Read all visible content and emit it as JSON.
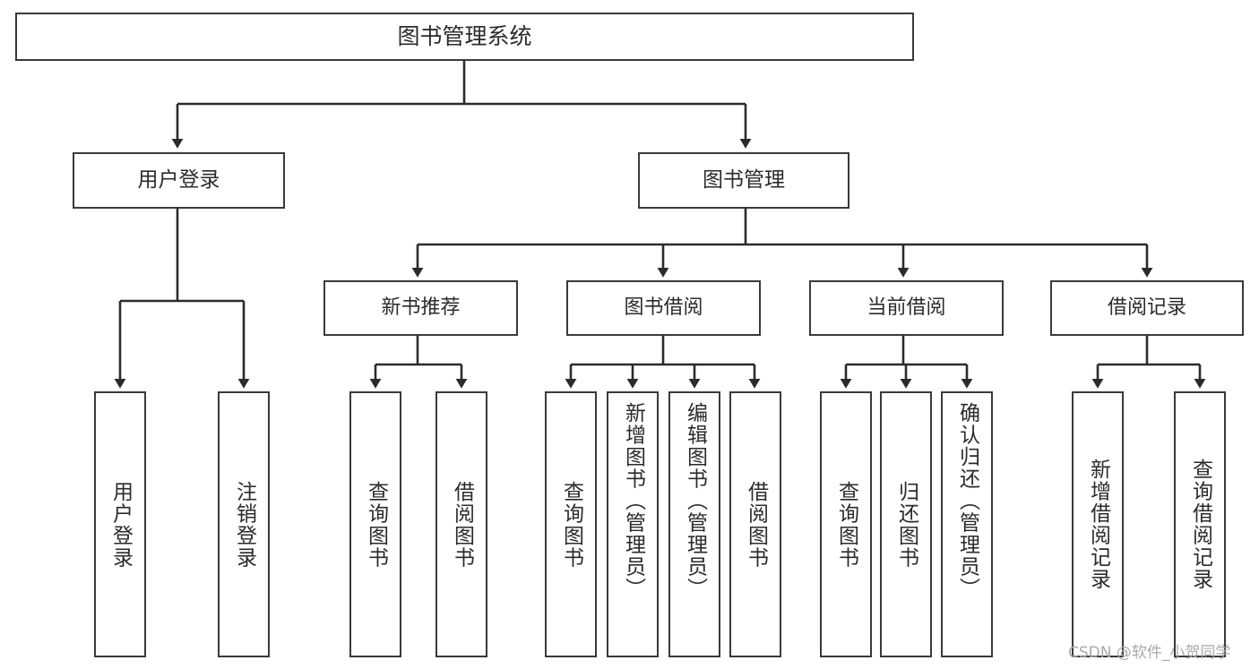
{
  "diagram": {
    "type": "tree-hierarchy",
    "title": "图书管理系统",
    "orientation": "top-down",
    "colors": {
      "box_border": "#3a3a3a",
      "box_fill": "#ffffff",
      "connector": "#2b2b2b",
      "text": "#2b2b2b",
      "watermark": "#a9a9a9",
      "background": "#ffffff"
    },
    "root": {
      "label": "图书管理系统"
    },
    "level1": [
      {
        "label": "用户登录"
      },
      {
        "label": "图书管理"
      }
    ],
    "level2": [
      {
        "label": "新书推荐"
      },
      {
        "label": "图书借阅"
      },
      {
        "label": "当前借阅"
      },
      {
        "label": "借阅记录"
      }
    ],
    "leaves": {
      "user_login": [
        {
          "label": "用户登录"
        },
        {
          "label": "注销登录"
        }
      ],
      "new_book_recommend": [
        {
          "label": "查询图书"
        },
        {
          "label": "借阅图书"
        }
      ],
      "book_borrow": [
        {
          "label": "查询图书"
        },
        {
          "label": "新增图书（管理员）"
        },
        {
          "label": "编辑图书（管理员）"
        },
        {
          "label": "借阅图书"
        }
      ],
      "current_borrow": [
        {
          "label": "查询图书"
        },
        {
          "label": "归还图书"
        },
        {
          "label": "确认归还（管理员）"
        }
      ],
      "borrow_record": [
        {
          "label": "新增借阅记录"
        },
        {
          "label": "查询借阅记录"
        }
      ]
    }
  },
  "watermark": {
    "text": "CSDN @软件_小贺同学"
  }
}
